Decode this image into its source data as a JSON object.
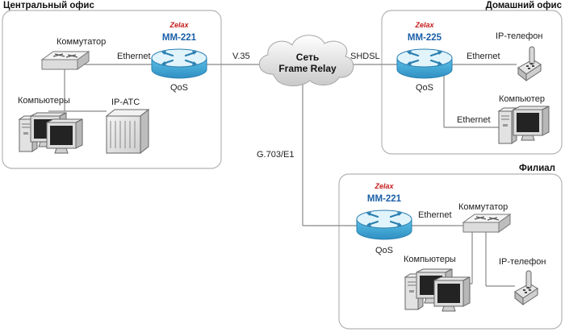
{
  "offices": {
    "central": {
      "title": "Центральный офис"
    },
    "home": {
      "title": "Домашний офис"
    },
    "branch": {
      "title": "Филиал"
    }
  },
  "cloud": {
    "line1": "Сеть",
    "line2": "Frame Relay"
  },
  "routers": {
    "central": {
      "logo": "Zelax",
      "model": "MM-221",
      "qos": "QoS"
    },
    "home": {
      "logo": "Zelax",
      "model": "MM-225",
      "qos": "QoS"
    },
    "branch": {
      "logo": "Zelax",
      "model": "MM-221",
      "qos": "QoS"
    }
  },
  "links": {
    "central_router_to_cloud": "V.35",
    "home_router_to_cloud": "SHDSL",
    "branch_router_to_cloud": "G.703/E1",
    "central_switch_router": "Ethernet",
    "home_router_phone": "Ethernet",
    "home_router_computer": "Ethernet",
    "branch_router_switch": "Ethernet"
  },
  "devices": {
    "central_switch": "Коммутатор",
    "central_computers": "Компьютеры",
    "central_pbx": "IP-АТС",
    "home_phone": "IP-телефон",
    "home_computer": "Компьютер",
    "branch_switch": "Коммутатор",
    "branch_computers": "Компьютеры",
    "branch_phone": "IP-телефон"
  },
  "colors": {
    "router_top": "#dff3fb",
    "router_body": "#4ab3df",
    "office_border": "#b3b3b3",
    "link_line": "#888888",
    "model_text": "#1a5fa8",
    "logo_text": "#c51a1a"
  }
}
